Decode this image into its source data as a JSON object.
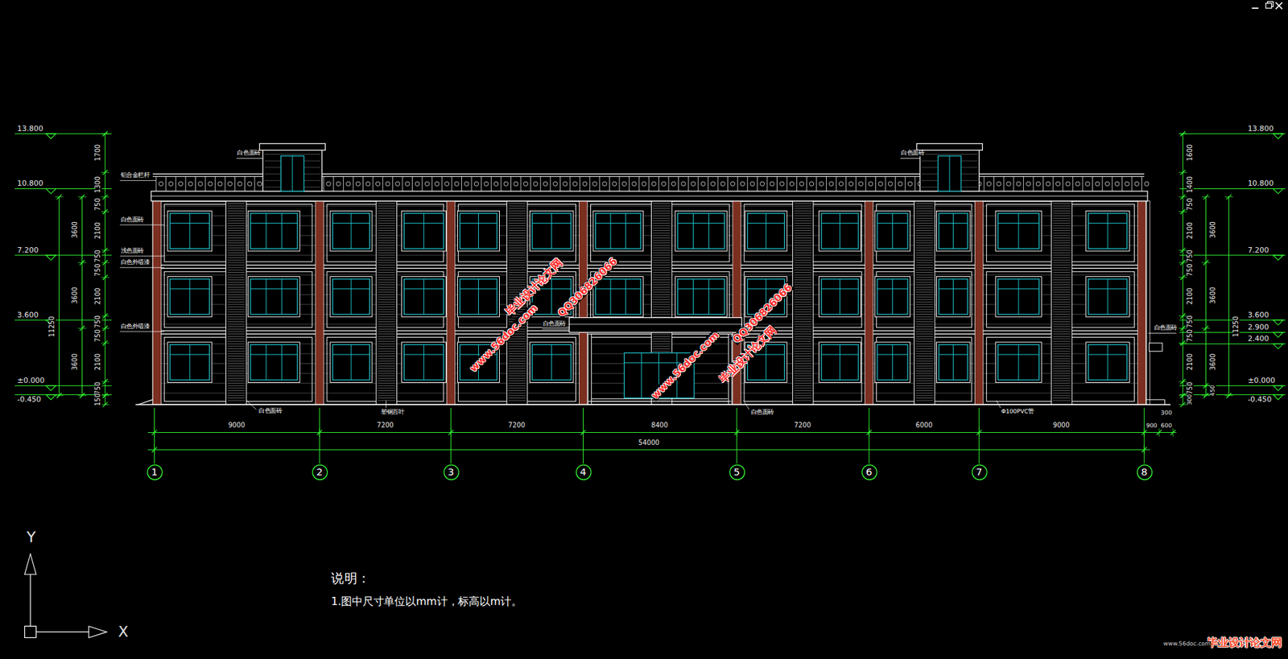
{
  "diagram": {
    "nodes": [
      {
        "text": [
          "1"
        ]
      },
      {
        "text": [
          "2"
        ]
      },
      {
        "text": [
          "3"
        ]
      },
      {
        "text": [
          "4"
        ]
      },
      {
        "text": [
          "5"
        ]
      },
      {
        "text": [
          "6"
        ]
      },
      {
        "text": [
          "7"
        ]
      },
      {
        "text": [
          "8"
        ]
      }
    ],
    "labels": [
      "13.800",
      "10.800",
      "7.200",
      "3.600",
      "±0.000",
      "-0.450",
      "1700",
      "1300",
      "750",
      "2100",
      "750",
      "750",
      "2100",
      "750",
      "750",
      "2100",
      "750",
      "150",
      "3600",
      "3600",
      "3600",
      "11250",
      "铝合金栏杆",
      "白色面砖",
      "浅色面砖",
      "白色外墙漆",
      "白色外墙漆",
      "白色面砖",
      "白色面砖",
      "白色面砖",
      "塑钢百叶",
      "白色面砖",
      "白色面砖",
      "Φ100PVC管",
      "白色面砖",
      "13.800",
      "10.800",
      "7.200",
      "3.600",
      "2.900",
      "2.400",
      "±0.000",
      "-0.450",
      "1600",
      "1400",
      "750",
      "2100",
      "750",
      "750",
      "2100",
      "750",
      "750",
      "2100",
      "750",
      "3600",
      "3600",
      "3600",
      "11250",
      "300",
      "300",
      "450",
      "9000",
      "7200",
      "7200",
      "8400",
      "7200",
      "6000",
      "9000",
      "54000",
      "900",
      "600",
      "说明：",
      "1.图中尺寸单位以mm计，标高以m计。",
      "Y",
      "X",
      "毕业设计论文网",
      "www.56doc.com",
      "QQ306826066",
      "www.56doc.com",
      "QQ306826066",
      "毕业设计论文网",
      "毕业设计论文网",
      "www.56doc.com"
    ]
  }
}
